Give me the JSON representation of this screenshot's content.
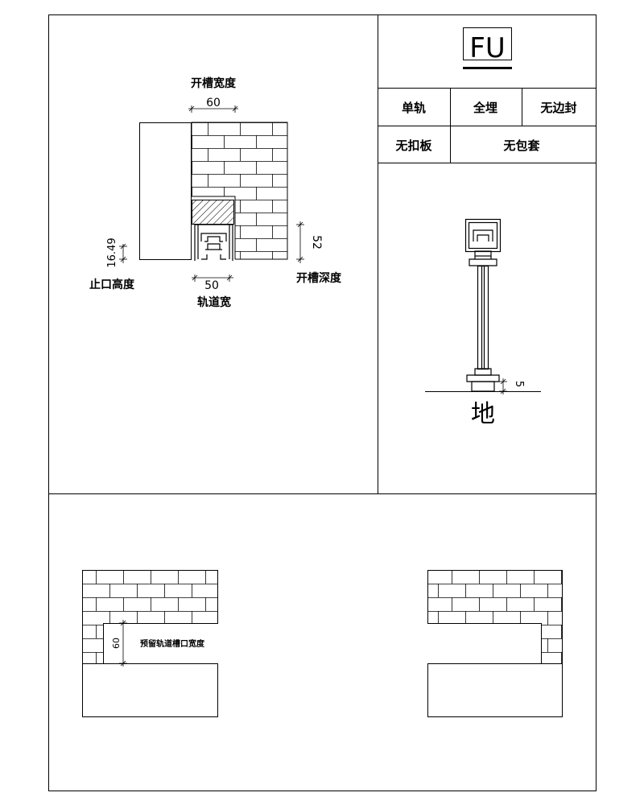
{
  "title_block": {
    "logo": "FU",
    "row1": [
      "单轨",
      "全埋",
      "无边封"
    ],
    "row2": [
      "无扣板",
      "无包套"
    ]
  },
  "section": {
    "slot_width_label": "开槽宽度",
    "slot_width_value": "60",
    "slot_depth_label": "开槽深度",
    "slot_depth_value": "52",
    "stop_height_label": "止口高度",
    "stop_height_value": "16.49",
    "track_width_label": "轨道宽",
    "track_width_value": "50"
  },
  "elevation": {
    "ground_label": "地",
    "gap_value": "5"
  },
  "plan": {
    "reserve_label": "预留轨道槽口宽度",
    "reserve_value": "60"
  }
}
